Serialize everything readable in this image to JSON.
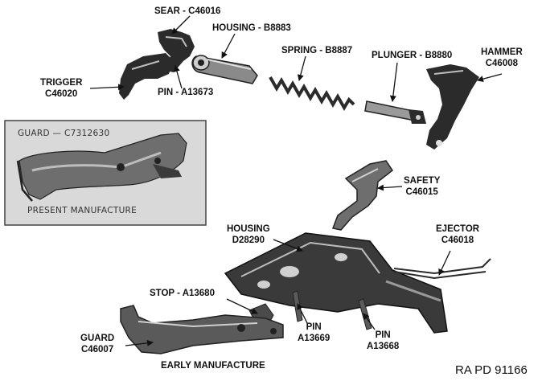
{
  "colors": {
    "ink": "#111111",
    "part_dark": "#2b2b2b",
    "part_mid": "#6e6e6e",
    "part_light": "#bdbdbd",
    "inset_bg": "#d9d9d9",
    "inset_border": "#444444"
  },
  "labels": {
    "sear": "SEAR - C46016",
    "housing_b": "HOUSING - B8883",
    "spring": "SPRING - B8887",
    "plunger": "PLUNGER - B8880",
    "hammer": {
      "line1": "HAMMER",
      "line2": "C46008"
    },
    "trigger": {
      "line1": "TRIGGER",
      "line2": "C46020"
    },
    "pin_a13673": "PIN - A13673",
    "safety": {
      "line1": "SAFETY",
      "line2": "C46015"
    },
    "housing_d": {
      "line1": "HOUSING",
      "line2": "D28290"
    },
    "ejector": {
      "line1": "EJECTOR",
      "line2": "C46018"
    },
    "stop": "STOP - A13680",
    "pin_a13669": {
      "line1": "PIN",
      "line2": "A13669"
    },
    "pin_a13668": {
      "line1": "PIN",
      "line2": "A13668"
    },
    "guard": {
      "line1": "GUARD",
      "line2": "C46007"
    },
    "early": "EARLY MANUFACTURE"
  },
  "inset": {
    "guard_label": "GUARD — C7312630",
    "caption": "PRESENT MANUFACTURE"
  },
  "reference": "RA PD 91166"
}
